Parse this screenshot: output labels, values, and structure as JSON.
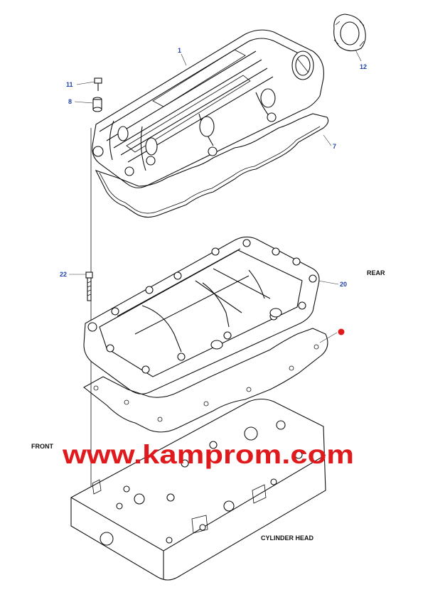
{
  "callouts": {
    "c1": "1",
    "c12": "12",
    "c11": "11",
    "c8": "8",
    "c7": "7",
    "c22": "22",
    "c20": "20"
  },
  "labels": {
    "rear": "REAR",
    "front": "FRONT",
    "cylinder_head": "CYLINDER HEAD"
  },
  "watermark": "www.kamprom.com",
  "colors": {
    "callout": "#1f3fa8",
    "watermark": "#e0191c",
    "highlight": "#e0191c",
    "line": "#111111"
  }
}
